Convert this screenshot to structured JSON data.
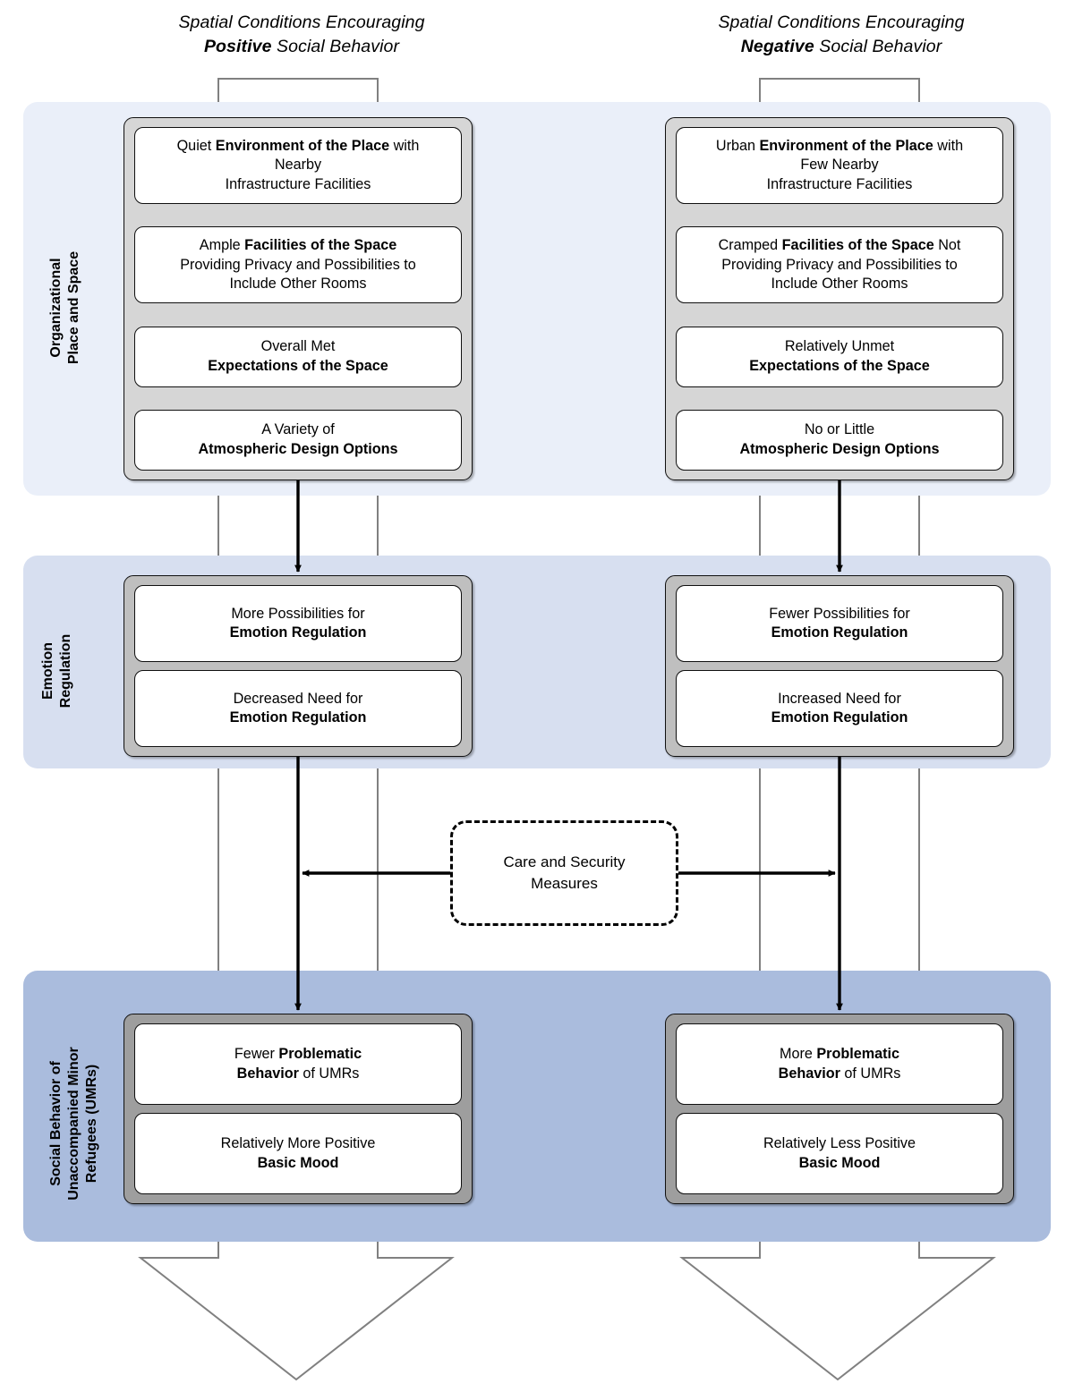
{
  "headers": {
    "left": {
      "line1": "Spatial Conditions Encouraging",
      "emphasis": "Positive",
      "line2_rest": " Social Behavior"
    },
    "right": {
      "line1": "Spatial Conditions Encouraging",
      "emphasis": "Negative",
      "line2_rest": " Social Behavior"
    }
  },
  "bands": [
    {
      "id": "organizational",
      "label": "Organizational\nPlace and Space",
      "color": "#eaeff9"
    },
    {
      "id": "emotion",
      "label": "Emotion\nRegulation",
      "color": "#d7dff0"
    },
    {
      "id": "social",
      "label": "Social Behavior of\nUnaccompanied Minor\nRefugees (UMRs)",
      "color": "#aabcdd"
    }
  ],
  "boxes": {
    "band1_left": [
      {
        "pre": "Quiet ",
        "bold": "Environment of the Place",
        "post": " with\nNearby\nInfrastructure Facilities"
      },
      {
        "pre": "Ample ",
        "bold": "Facilities of the Space",
        "post": "\nProviding Privacy and Possibilities to\nInclude Other Rooms"
      },
      {
        "pre": "Overall Met\n",
        "bold": "Expectations of the Space",
        "post": ""
      },
      {
        "pre": "A Variety of\n",
        "bold": "Atmospheric Design Options",
        "post": ""
      }
    ],
    "band1_right": [
      {
        "pre": "Urban ",
        "bold": "Environment of the Place",
        "post": " with\nFew Nearby\nInfrastructure Facilities"
      },
      {
        "pre": "Cramped ",
        "bold": "Facilities of the Space",
        "post": " Not\nProviding Privacy and Possibilities to\nInclude Other Rooms"
      },
      {
        "pre": "Relatively Unmet\n",
        "bold": "Expectations of the Space",
        "post": ""
      },
      {
        "pre": "No or Little\n",
        "bold": "Atmospheric Design Options",
        "post": ""
      }
    ],
    "band2_left": [
      {
        "pre": "More Possibilities for\n",
        "bold": "Emotion Regulation",
        "post": ""
      },
      {
        "pre": "Decreased Need for\n",
        "bold": "Emotion Regulation",
        "post": ""
      }
    ],
    "band2_right": [
      {
        "pre": "Fewer Possibilities for\n",
        "bold": "Emotion Regulation",
        "post": ""
      },
      {
        "pre": "Increased Need for\n",
        "bold": "Emotion Regulation",
        "post": ""
      }
    ],
    "band3_left": [
      {
        "pre": "Fewer ",
        "bold": "Problematic\nBehavior",
        "post": " of UMRs"
      },
      {
        "pre": "Relatively More Positive\n",
        "bold": "Basic Mood",
        "post": ""
      }
    ],
    "band3_right": [
      {
        "pre": "More ",
        "bold": "Problematic\nBehavior",
        "post": " of UMRs"
      },
      {
        "pre": "Relatively Less Positive\n",
        "bold": "Basic Mood",
        "post": ""
      }
    ]
  },
  "care_box": {
    "label": "Care and Security\nMeasures"
  },
  "colors": {
    "band_1": "#eaeff9",
    "band_2": "#d7dff0",
    "band_3": "#aabcdd",
    "group_light": "#d6d6d6",
    "group_mid": "#bfbfbf",
    "group_dark": "#9e9e9e",
    "outline": "#101010",
    "bg_arrow_outline": "#808080"
  }
}
